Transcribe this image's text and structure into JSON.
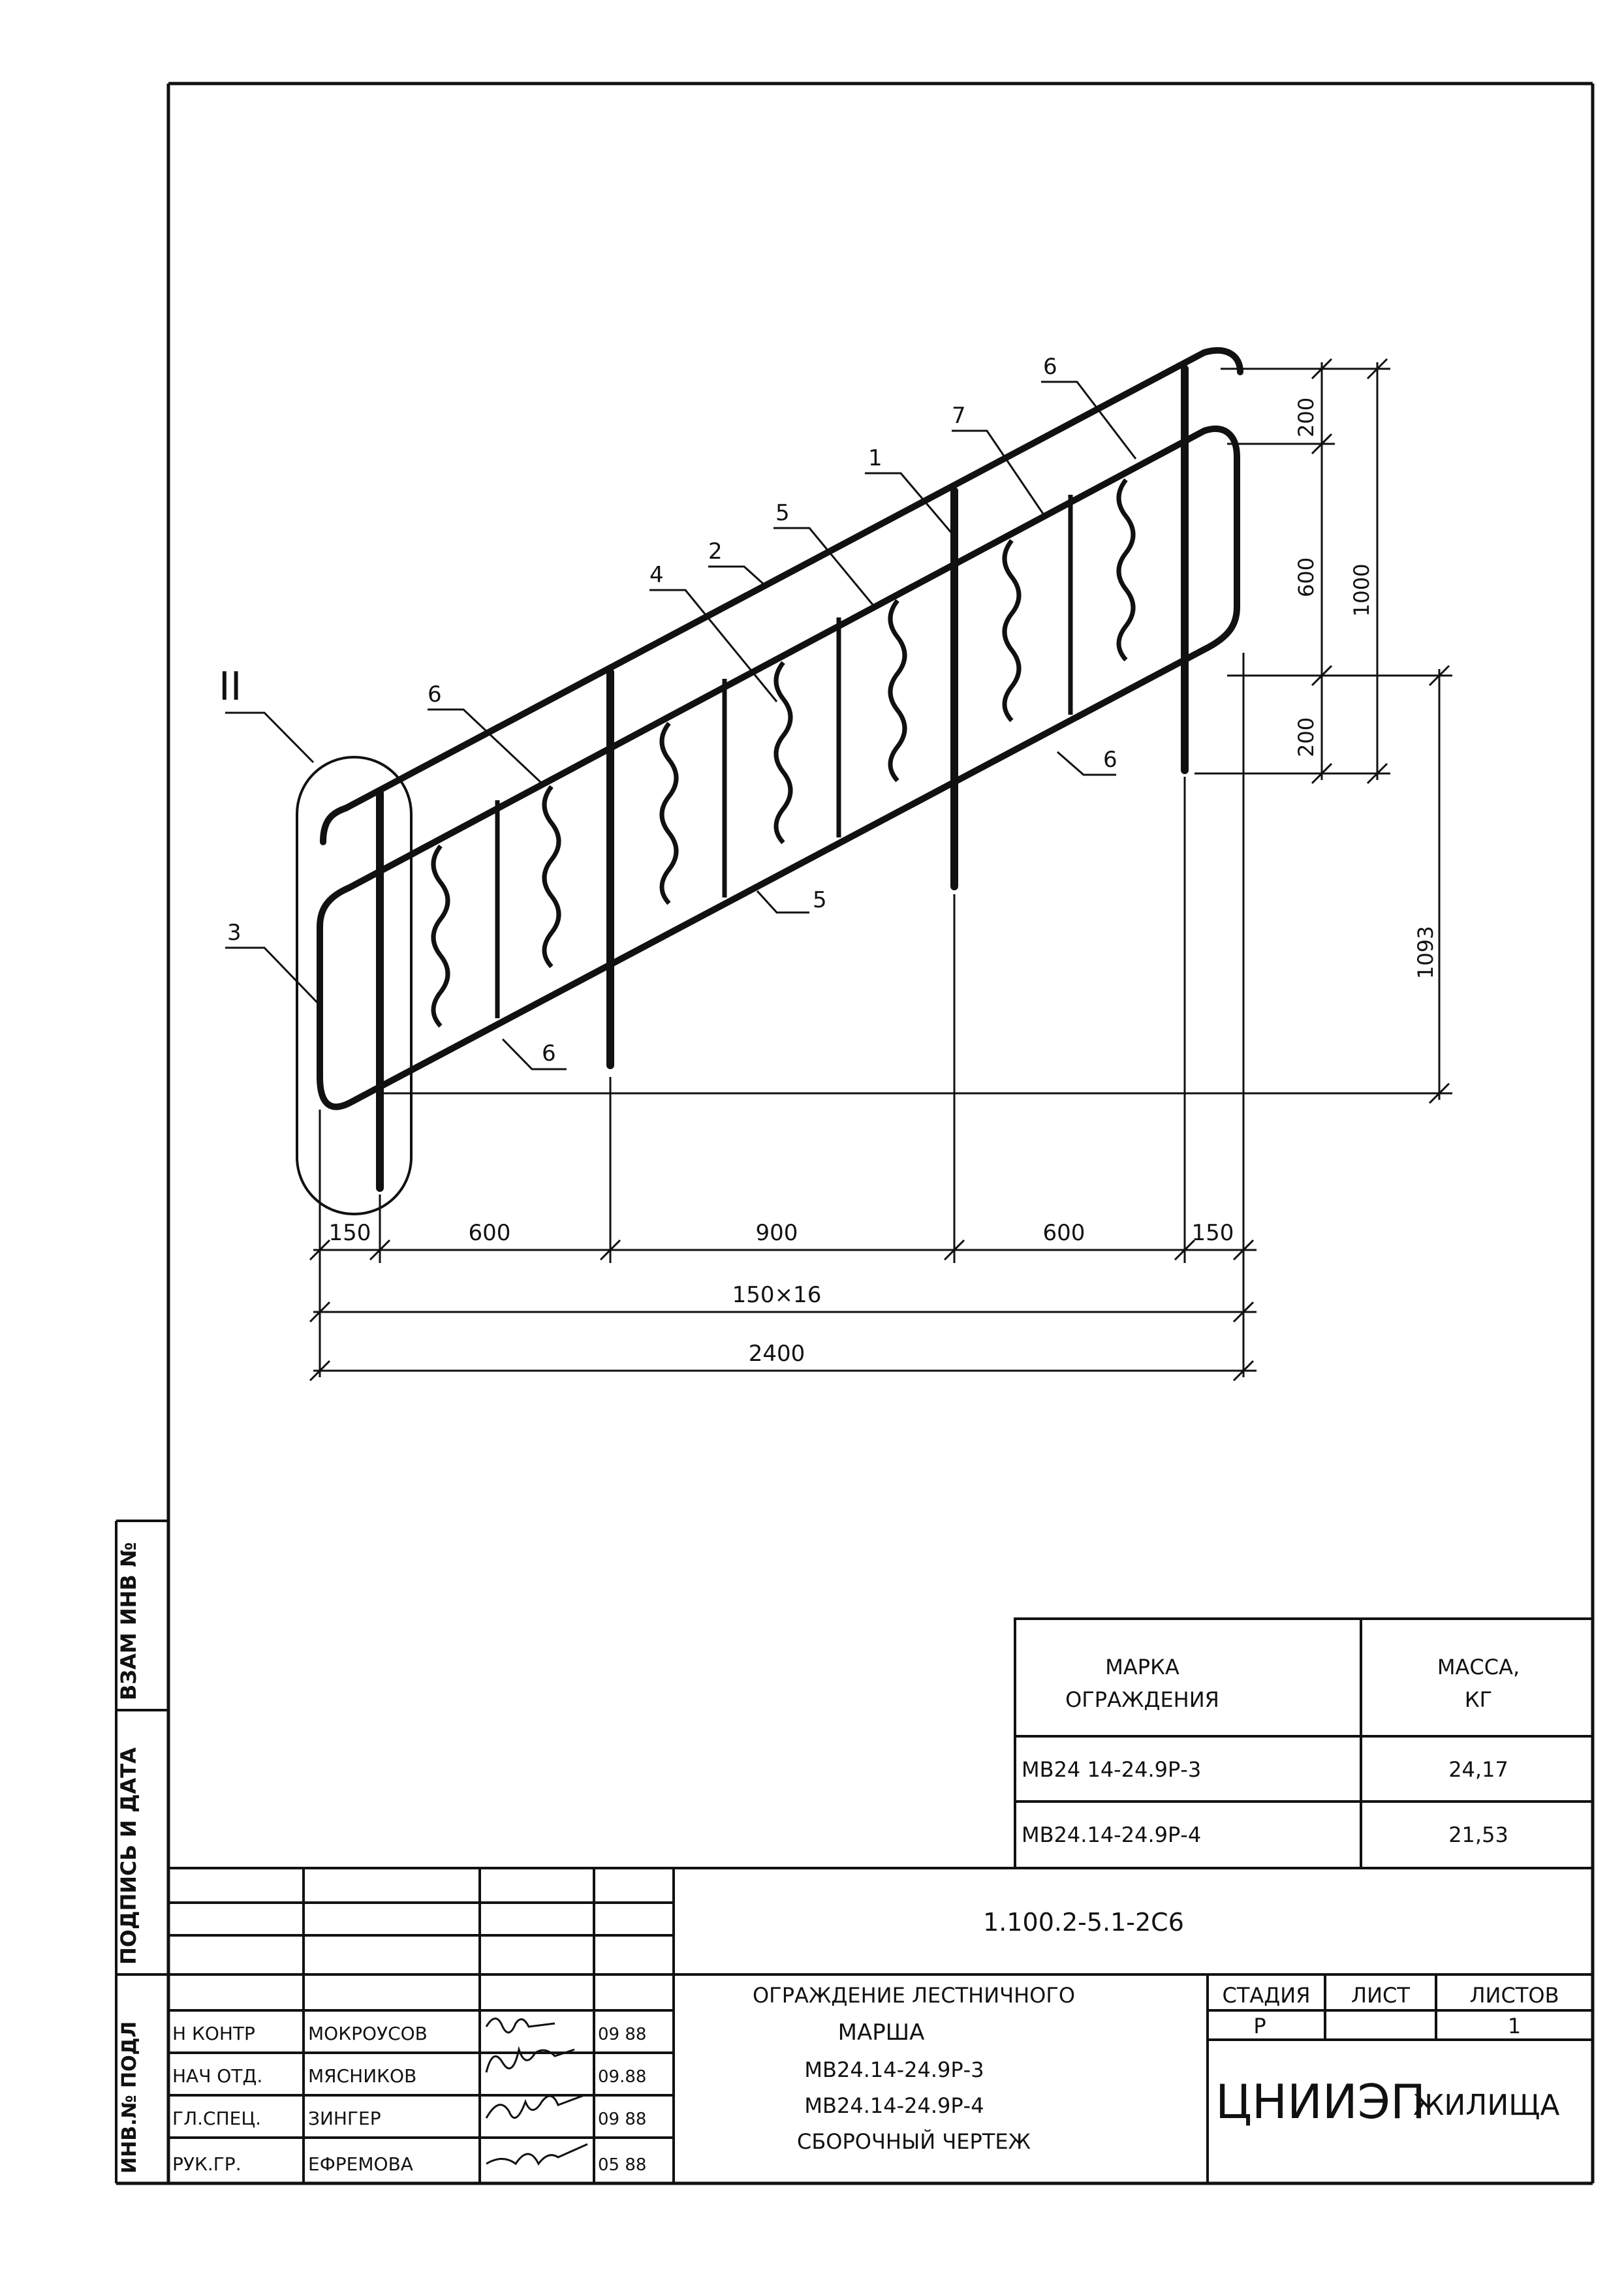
{
  "drawing": {
    "callouts": {
      "view_ii": "II",
      "p1": "1",
      "p2": "2",
      "p3": "3",
      "p4": "4",
      "p5a": "5",
      "p5b": "5",
      "p6a": "6",
      "p6b": "6",
      "p6c": "6",
      "p6d": "6",
      "p7": "7"
    },
    "dimensions": {
      "bottom_150_left": "150",
      "bottom_600_left": "600",
      "bottom_900": "900",
      "bottom_600_right": "600",
      "bottom_150_right": "150",
      "bottom_step": "150×16",
      "bottom_total": "2400",
      "right_200_top": "200",
      "right_600": "600",
      "right_1000": "1000",
      "right_200_bottom": "200",
      "right_1093": "1093"
    }
  },
  "mass_table": {
    "header_mark": "МАРКА\nОГРАЖДЕНИЯ",
    "header_mark_line1": "МАРКА",
    "header_mark_line2": "ОГРАЖДЕНИЯ",
    "header_mass_line1": "МАССА,",
    "header_mass_line2": "КГ",
    "rows": [
      {
        "mark": "МВ24 14-24.9Р-3",
        "mass": "24,17"
      },
      {
        "mark": "МВ24.14-24.9Р-4",
        "mass": "21,53"
      }
    ]
  },
  "side_stamp": {
    "inv_no": "ИНВ.№ ПОДЛ",
    "signature_date": "ПОДПИСЬ И ДАТА",
    "replace_inv": "ВЗАМ ИНВ №"
  },
  "title_block": {
    "doc_code": "1.100.2-5.1-2С6",
    "title_line1": "ОГРАЖДЕНИЕ ЛЕСТНИЧНОГО",
    "title_line2": "МАРША",
    "title_line3": "МВ24.14-24.9Р-3",
    "title_line4": "МВ24.14-24.9Р-4",
    "title_line5": "СБОРОЧНЫЙ ЧЕРТЕЖ",
    "stage_label": "СТАДИЯ",
    "sheet_label": "ЛИСТ",
    "sheets_label": "ЛИСТОВ",
    "stage_value": "Р",
    "sheet_value": "",
    "sheets_value": "1",
    "org_part1": "ЦНИИЭП",
    "org_part2": "ЖИЛИЩА",
    "staff": [
      {
        "role": "Н КОНТР",
        "name": "МОКРОУСОВ",
        "date": "09 88"
      },
      {
        "role": "НАЧ ОТД.",
        "name": "МЯСНИКОВ",
        "date": "09.88"
      },
      {
        "role": "ГЛ.СПЕЦ.",
        "name": "ЗИНГЕР",
        "date": "09 88"
      },
      {
        "role": "РУК.ГР.",
        "name": "ЕФРЕМОВА",
        "date": "05 88"
      }
    ]
  }
}
